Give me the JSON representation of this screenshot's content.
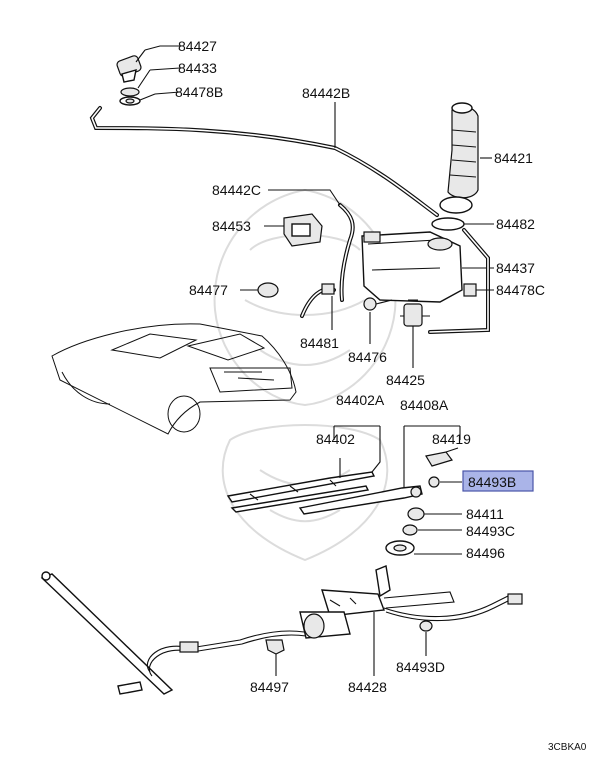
{
  "labels": {
    "p84427": "84427",
    "p84433": "84433",
    "p84478B": "84478B",
    "p84442B": "84442B",
    "p84421": "84421",
    "p84442C": "84442C",
    "p84453": "84453",
    "p84482": "84482",
    "p84437": "84437",
    "p84478C": "84478C",
    "p84477": "84477",
    "p84481": "84481",
    "p84476": "84476",
    "p84425": "84425",
    "p84402A": "84402A",
    "p84408A": "84408A",
    "p84402": "84402",
    "p84419": "84419",
    "p84493B": "84493B",
    "p84411": "84411",
    "p84493C": "84493C",
    "p84496": "84496",
    "p84497": "84497",
    "p84428": "84428",
    "p84493D": "84493D"
  },
  "diagram_code": "3CBKA0",
  "highlight": {
    "part": "84493B",
    "fill": "#aab4e8",
    "stroke": "#4a55a8"
  }
}
